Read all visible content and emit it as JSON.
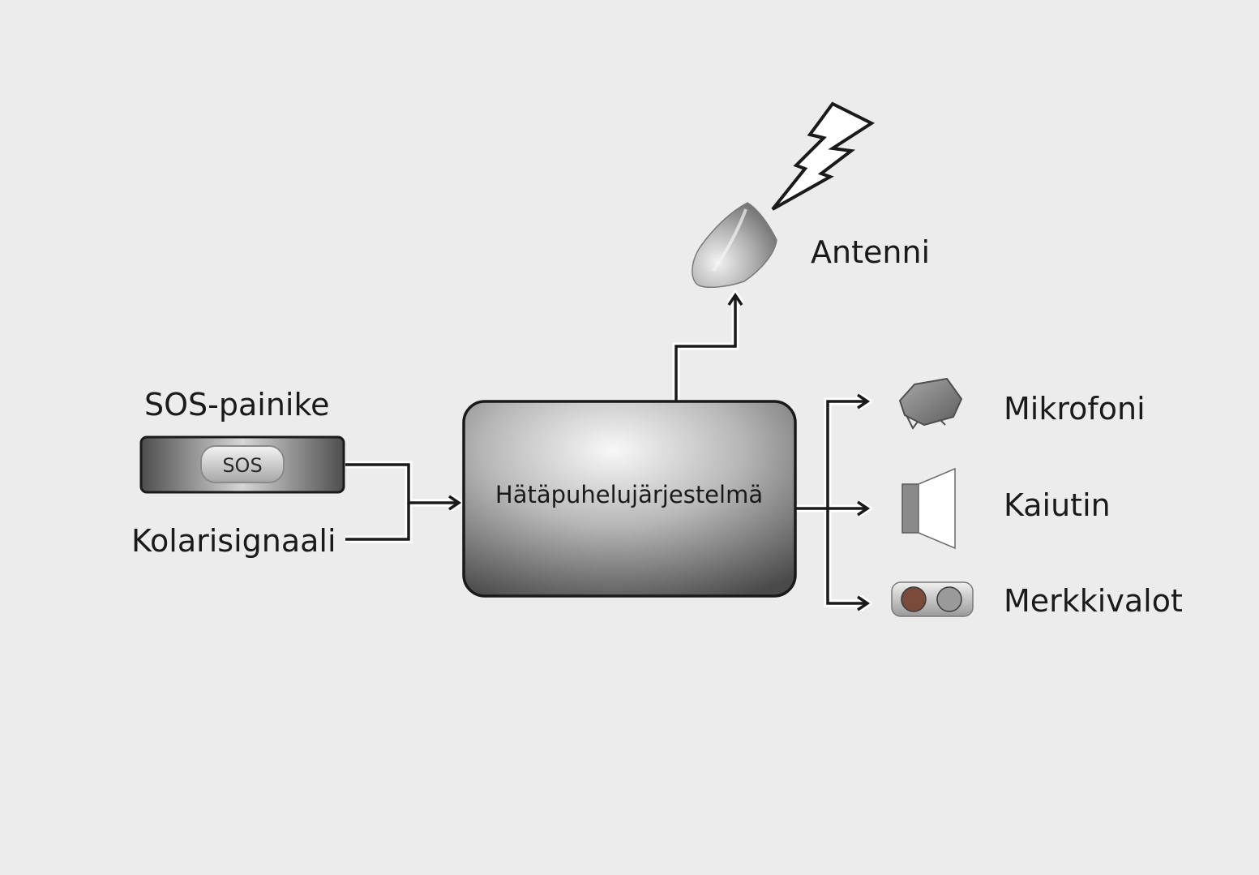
{
  "inputs": {
    "sos_button_label": "SOS-painike",
    "sos_button_text": "SOS",
    "crash_signal_label": "Kolarisignaali"
  },
  "main_unit": {
    "label": "Hätäpuhelujärjestelmä"
  },
  "antenna": {
    "label": "Antenni"
  },
  "outputs": {
    "microphone_label": "Mikrofoni",
    "speaker_label": "Kaiutin",
    "lights_label": "Merkkivalot"
  },
  "colors": {
    "background": "#ececec",
    "line": "#1a1a1a",
    "indicator_left": "#7a4a3a",
    "indicator_right": "#9a9a9a"
  }
}
